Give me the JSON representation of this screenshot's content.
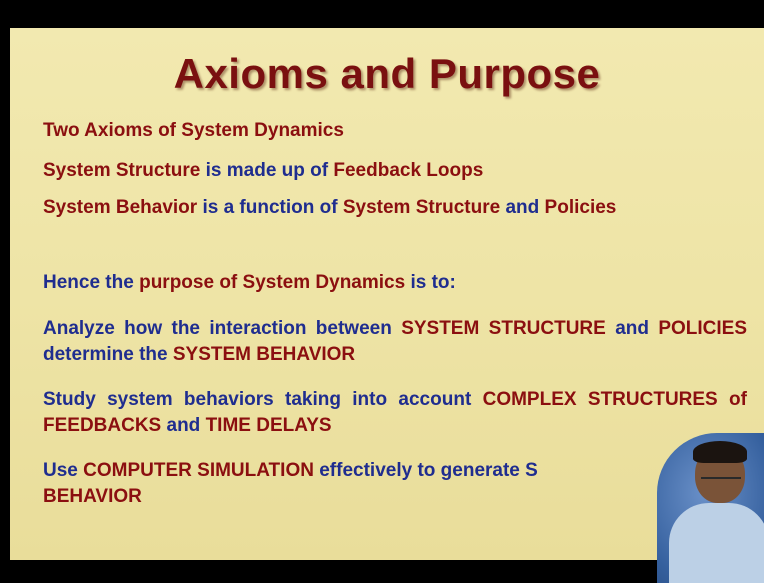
{
  "slide": {
    "title": "Axioms and Purpose",
    "l1": "Two Axioms of System Dynamics",
    "l2": {
      "a": "System Structure",
      "b": " is made up of ",
      "c": "Feedback Loops"
    },
    "l3": {
      "a": "System Behavior",
      "b": " is a function of ",
      "c": "System Structure",
      "d": " and",
      "e": "Policies"
    },
    "l4": {
      "a": "Hence the ",
      "b": "purpose of System Dynamics",
      "c": " is to:"
    },
    "l5": {
      "a": "Analyze  how the interaction between ",
      "b": "SYSTEM STRUCTURE",
      "c": "and ",
      "d": "POLICIES",
      "e": " determine the ",
      "f": "SYSTEM BEHAVIOR"
    },
    "l6": {
      "a": "Study system behaviors taking into account ",
      "b": "COMPLEX",
      "c": "STRUCTURES of FEEDBACKS",
      "d": " and ",
      "e": "TIME DELAYS"
    },
    "l7": {
      "a": "Use ",
      "b": "COMPUTER SIMULATION",
      "c": " effectively to generate S",
      "d": "BEHAVIOR"
    }
  }
}
